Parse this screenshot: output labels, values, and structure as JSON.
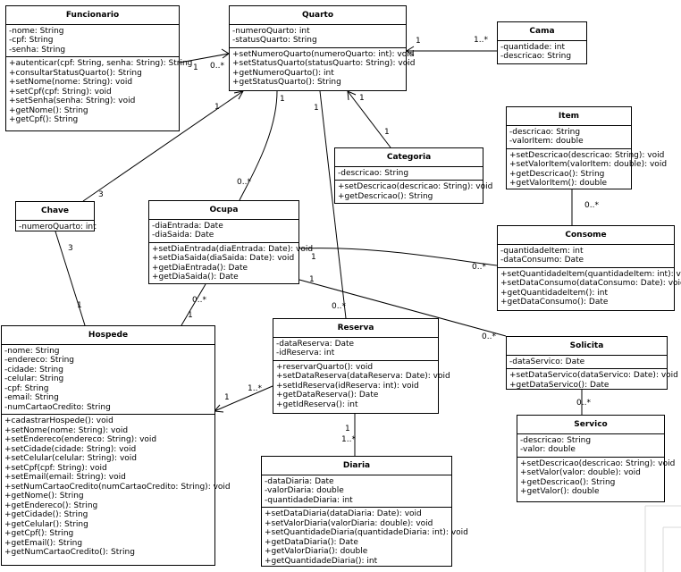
{
  "classes": {
    "funcionario": {
      "name": "Funcionario",
      "attributes": [
        "-nome: String",
        "-cpf: String",
        "-senha: String"
      ],
      "methods": [
        "+autenticar(cpf: String, senha: String): String",
        "+consultarStatusQuarto(): String",
        "+setNome(nome: String): void",
        "+setCpf(cpf: String): void",
        "+setSenha(senha: String): void",
        "+getNome(): String",
        "+getCpf(): String"
      ]
    },
    "quarto": {
      "name": "Quarto",
      "attributes": [
        "-numeroQuarto: int",
        "-statusQuarto: String"
      ],
      "methods": [
        "+setNumeroQuarto(numeroQuarto: int): void",
        "+setStatusQuarto(statusQuarto: String): void",
        "+getNumeroQuarto(): int",
        "+getStatusQuarto(): String"
      ]
    },
    "cama": {
      "name": "Cama",
      "attributes": [
        "-quantidade: int",
        "-descricao: String"
      ],
      "methods": []
    },
    "item": {
      "name": "Item",
      "attributes": [
        "-descricao: String",
        "-valorItem: double"
      ],
      "methods": [
        "+setDescricao(descricao: String): void",
        "+setValorItem(valorItem: double): void",
        "+getDescricao(): String",
        "+getValorItem(): double"
      ]
    },
    "categoria": {
      "name": "Categoria",
      "attributes": [
        "-descricao: String"
      ],
      "methods": [
        "+setDescricao(descricao: String): void",
        "+getDescricao(): String"
      ]
    },
    "chave": {
      "name": "Chave",
      "attributes": [
        "-numeroQuarto: int"
      ],
      "methods": []
    },
    "ocupa": {
      "name": "Ocupa",
      "attributes": [
        "-diaEntrada: Date",
        "-diaSaida: Date"
      ],
      "methods": [
        "+setDiaEntrada(diaEntrada: Date): void",
        "+setDiaSaida(diaSaida: Date): void",
        "+getDiaEntrada(): Date",
        "+getDiaSaida(): Date"
      ]
    },
    "consome": {
      "name": "Consome",
      "attributes": [
        "-quantidadeItem: int",
        "-dataConsumo: Date"
      ],
      "methods": [
        "+setQuantidadeItem(quantidadeItem: int): void",
        "+setDataConsumo(dataConsumo: Date): void",
        "+getQuantidadeItem(): int",
        "+getDataConsumo(): Date"
      ]
    },
    "hospede": {
      "name": "Hospede",
      "attributes": [
        "-nome: String",
        "-endereco: String",
        "-cidade: String",
        "-celular: String",
        "-cpf: String",
        "-email: String",
        "-numCartaoCredito: String"
      ],
      "methods": [
        "+cadastrarHospede(): void",
        "+setNome(nome: String): void",
        "+setEndereco(endereco: String): void",
        "+setCidade(cidade: String): void",
        "+setCelular(celular: String): void",
        "+setCpf(cpf: String): void",
        "+setEmail(email: String): void",
        "+setNumCartaoCredito(numCartaoCredito: String): void",
        "+getNome(): String",
        "+getEndereco(): String",
        "+getCidade(): String",
        "+getCelular(): String",
        "+getCpf(): String",
        "+getEmail(): String",
        "+getNumCartaoCredito(): String"
      ]
    },
    "reserva": {
      "name": "Reserva",
      "attributes": [
        "-dataReserva: Date",
        "-idReserva: int"
      ],
      "methods": [
        "+reservarQuarto(): void",
        "+setDataReserva(dataReserva: Date): void",
        "+setIdReserva(idReserva: int): void",
        "+getDataReserva(): Date",
        "+getIdReserva(): int"
      ]
    },
    "solicita": {
      "name": "Solicita",
      "attributes": [
        "-dataServico: Date"
      ],
      "methods": [
        "+setDataServico(dataServico: Date): void",
        "+getDataServico(): Date"
      ]
    },
    "servico": {
      "name": "Servico",
      "attributes": [
        "-descricao: String",
        "-valor: double"
      ],
      "methods": [
        "+setDescricao(descricao: String): void",
        "+setValor(valor: double): void",
        "+getDescricao(): String",
        "+getValor(): double"
      ]
    },
    "diaria": {
      "name": "Diaria",
      "attributes": [
        "-dataDiaria: Date",
        "-valorDiaria: double",
        "-quantidadeDiaria: int"
      ],
      "methods": [
        "+setDataDiaria(dataDiaria: Date): void",
        "+setValorDiaria(valorDiaria: double): void",
        "+setQuantidadeDiaria(quantidadeDiaria: int): void",
        "+getDataDiaria(): Date",
        "+getValorDiaria(): double",
        "+getQuantidadeDiaria(): int"
      ]
    }
  },
  "multiplicities": {
    "funcionario_quarto_a": "1",
    "funcionario_quarto_b": "0..*",
    "cama_quarto_a": "1",
    "cama_quarto_b": "1..*",
    "quarto_ocupa_a": "1",
    "quarto_ocupa_b": "0..*",
    "quarto_reserva_a": "1",
    "quarto_reserva_b": "0..*",
    "quarto_categoria_a": "1",
    "quarto_categoria_b": "1",
    "quarto_chave_a": "1",
    "quarto_chave_b": "3",
    "chave_hospede_a": "3",
    "chave_hospede_b": "1",
    "item_consome": "0..*",
    "ocupa_consome_a": "1",
    "ocupa_consome_b": "0..*",
    "ocupa_solicita_a": "1",
    "ocupa_solicita_b": "0..*",
    "ocupa_hospede_a": "0..*",
    "ocupa_hospede_b": "1",
    "reserva_hospede_a": "1..*",
    "reserva_hospede_b": "1",
    "reserva_diaria_a": "1",
    "reserva_diaria_b": "1..*",
    "solicita_servico": "0..*"
  }
}
